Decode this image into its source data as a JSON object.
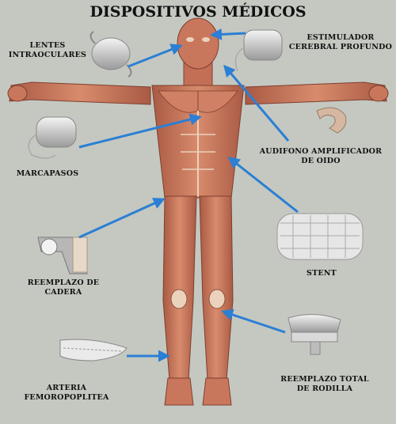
{
  "title": "DISPOSITIVOS MÉDICOS",
  "labels": {
    "lentes": "LENTES\nINTRAOCULARES",
    "estimulador": "ESTIMULADOR\nCEREBRAL PROFUNDO",
    "marcapasos": "MARCAPASOS",
    "audifono": "AUDIFONO AMPLIFICADOR\nDE OIDO",
    "stent": "STENT",
    "cadera": "REEMPLAZO DE\nCADERA",
    "arteria": "ARTERIA\nFEMOROPOPLITEA",
    "rodilla": "REEMPLAZO TOTAL\nDE RODILLA"
  },
  "colors": {
    "background": "#c4c8c1",
    "arrow": "#2b7fd4",
    "muscle": "#c9775c",
    "tendon": "#ead2bd"
  }
}
